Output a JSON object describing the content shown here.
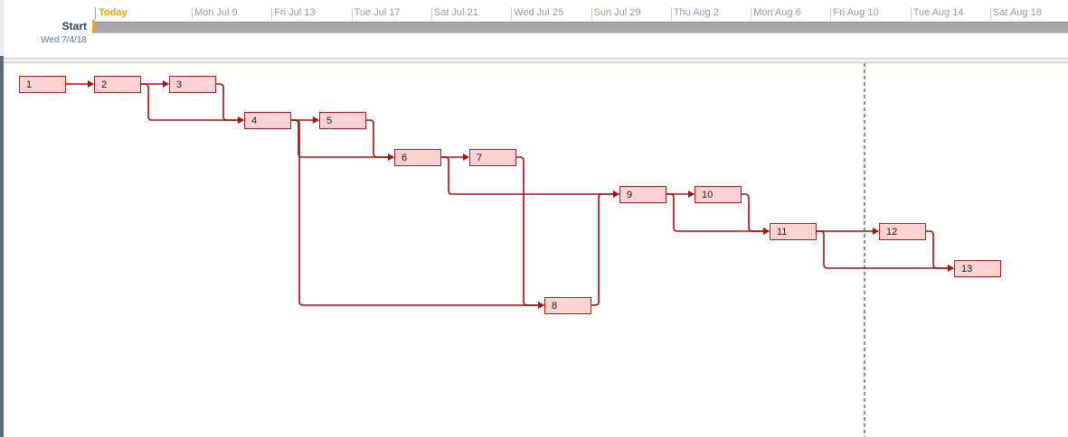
{
  "timeline": {
    "today_label": "Today",
    "start_label": "Start",
    "start_date": "Wed 7/4/18",
    "dates": [
      "Mon Jul 9",
      "Fri Jul 13",
      "Tue Jul 17",
      "Sat Jul 21",
      "Wed Jul 25",
      "Sun Jul 29",
      "Thu Aug 2",
      "Mon Aug 6",
      "Fri Aug 10",
      "Tue Aug 14",
      "Sat Aug 18"
    ]
  },
  "network": {
    "tasks": [
      "1",
      "2",
      "3",
      "4",
      "5",
      "6",
      "7",
      "8",
      "9",
      "10",
      "11",
      "12",
      "13"
    ],
    "links": [
      [
        "1",
        "2"
      ],
      [
        "2",
        "3"
      ],
      [
        "2",
        "4"
      ],
      [
        "3",
        "4"
      ],
      [
        "4",
        "5"
      ],
      [
        "4",
        "6"
      ],
      [
        "4",
        "8"
      ],
      [
        "5",
        "6"
      ],
      [
        "6",
        "7"
      ],
      [
        "6",
        "9"
      ],
      [
        "7",
        "8"
      ],
      [
        "8",
        "9"
      ],
      [
        "9",
        "10"
      ],
      [
        "9",
        "11"
      ],
      [
        "10",
        "11"
      ],
      [
        "11",
        "12"
      ],
      [
        "11",
        "13"
      ],
      [
        "12",
        "13"
      ]
    ]
  },
  "colors": {
    "box_fill": "#ffd2d2",
    "box_border": "#a32020",
    "link": "#a80f0f",
    "today": "#f2a100",
    "timeline_bar": "#a7a7a7"
  }
}
